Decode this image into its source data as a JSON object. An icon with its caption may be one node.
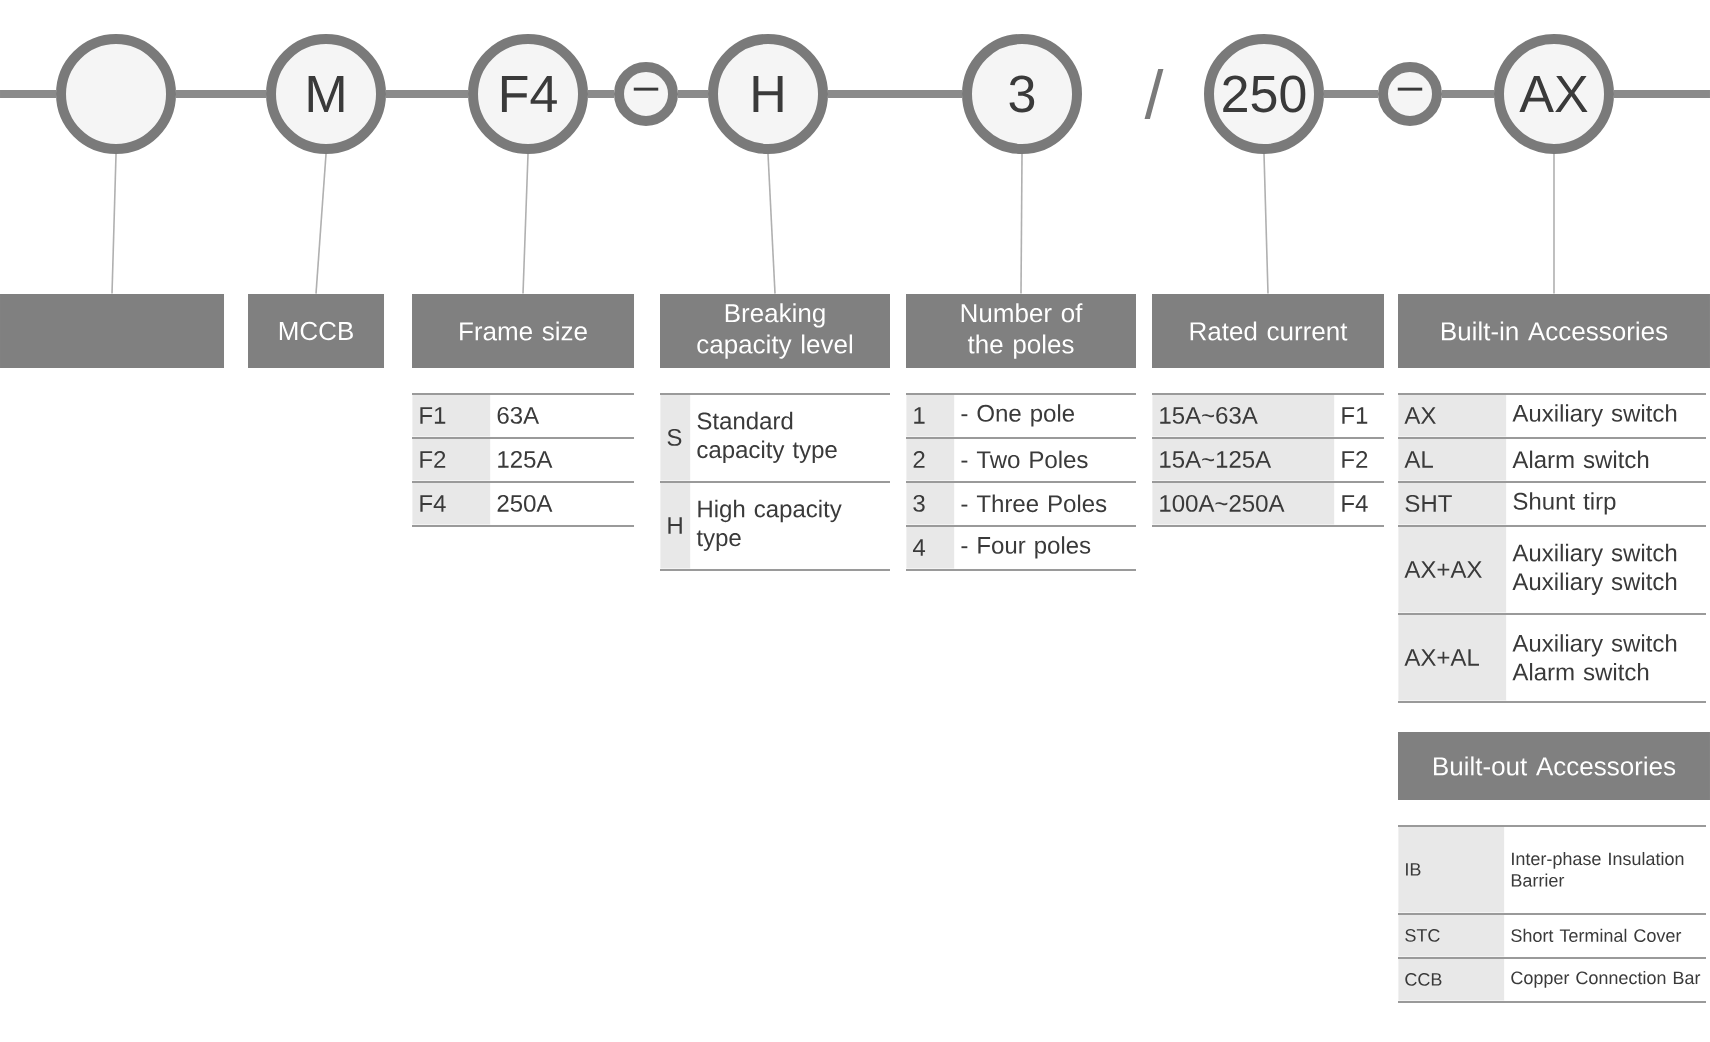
{
  "diagram": {
    "nodes": [
      {
        "text": [],
        "shape": "circle"
      },
      {
        "text": [
          "M"
        ]
      },
      {
        "text": [
          "F4"
        ]
      },
      {
        "text": [
          "–"
        ]
      },
      {
        "text": [
          "H"
        ]
      },
      {
        "text": [
          "3"
        ]
      },
      {
        "text": [
          "250"
        ]
      },
      {
        "text": [
          "–"
        ]
      },
      {
        "text": [
          "AX"
        ]
      },
      {
        "text": [],
        "shape": "box"
      },
      {
        "text": [
          "MCCB"
        ]
      },
      {
        "text": [
          "Frame size"
        ]
      },
      {
        "text": [
          "Breaking capacity level"
        ]
      },
      {
        "text": [
          "Number of the poles"
        ]
      },
      {
        "text": [
          "Rated current"
        ]
      },
      {
        "text": [
          "Built-in Accessories"
        ]
      },
      {
        "text": [
          "Built-out Accessories"
        ]
      }
    ],
    "edges": [
      {
        "from": null,
        "to": 0,
        "arrow": "none"
      },
      {
        "from": 0,
        "to": 1,
        "arrow": "none"
      },
      {
        "from": 1,
        "to": 2,
        "arrow": "none"
      },
      {
        "from": 2,
        "to": 3,
        "arrow": "none"
      },
      {
        "from": 3,
        "to": 4,
        "arrow": "none"
      },
      {
        "from": 4,
        "to": 5,
        "arrow": "none"
      },
      {
        "from": 6,
        "to": 7,
        "arrow": "none"
      },
      {
        "from": 7,
        "to": 8,
        "arrow": "none"
      },
      {
        "from": 8,
        "to": null,
        "arrow": "none"
      },
      {
        "from": 0,
        "to": 9,
        "arrow": "none"
      },
      {
        "from": 1,
        "to": 10,
        "arrow": "none"
      },
      {
        "from": 2,
        "to": 11,
        "arrow": "none"
      },
      {
        "from": 4,
        "to": 12,
        "arrow": "none"
      },
      {
        "from": 5,
        "to": 13,
        "arrow": "none"
      },
      {
        "from": 6,
        "to": 14,
        "arrow": "none"
      },
      {
        "from": 8,
        "to": 15,
        "arrow": "none"
      }
    ],
    "labels": [
      "/",
      "F1",
      "63A",
      "F2",
      "125A",
      "F4",
      "250A",
      "S",
      "Standard capacity type",
      "H",
      "High capacity type",
      "1",
      "- One pole",
      "2",
      "- Two Poles",
      "3",
      "- Three Poles",
      "4",
      "- Four poles",
      "15A~63A",
      "F1",
      "15A~125A",
      "F2",
      "100A~250A",
      "F4",
      "AX",
      "Auxiliary switch",
      "AL",
      "Alarm switch",
      "SHT",
      "Shunt tirp",
      "AX+AX",
      "Auxiliary switch Auxiliary switch",
      "AX+AL",
      "Auxiliary switch Alarm switch",
      "IB",
      "Inter-phase Insulation Barrier",
      "STC",
      "Short Terminal Cover",
      "CCB",
      "Copper Connection Bar"
    ]
  }
}
